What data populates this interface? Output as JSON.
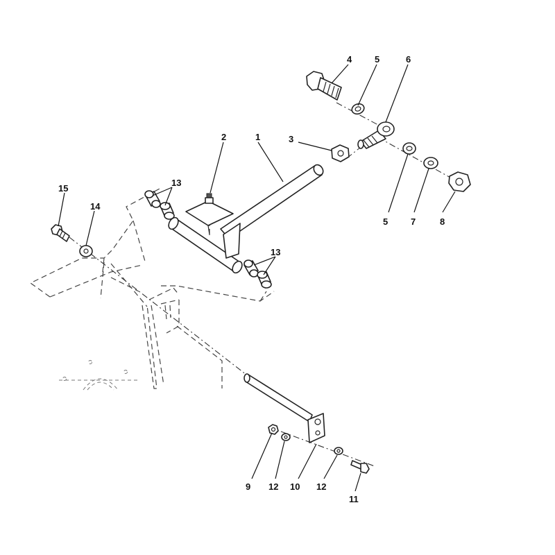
{
  "callouts": [
    {
      "id": "c1",
      "text": "1"
    },
    {
      "id": "c2",
      "text": "2"
    },
    {
      "id": "c3",
      "text": "3"
    },
    {
      "id": "c4",
      "text": "4"
    },
    {
      "id": "c5a",
      "text": "5"
    },
    {
      "id": "c6",
      "text": "6"
    },
    {
      "id": "c5b",
      "text": "5"
    },
    {
      "id": "c7",
      "text": "7"
    },
    {
      "id": "c8",
      "text": "8"
    },
    {
      "id": "c13a",
      "text": "13"
    },
    {
      "id": "c13b",
      "text": "13"
    },
    {
      "id": "c14",
      "text": "14"
    },
    {
      "id": "c15",
      "text": "15"
    },
    {
      "id": "c9",
      "text": "9"
    },
    {
      "id": "c12a",
      "text": "12"
    },
    {
      "id": "c10",
      "text": "10"
    },
    {
      "id": "c12b",
      "text": "12"
    },
    {
      "id": "c11",
      "text": "11"
    }
  ]
}
